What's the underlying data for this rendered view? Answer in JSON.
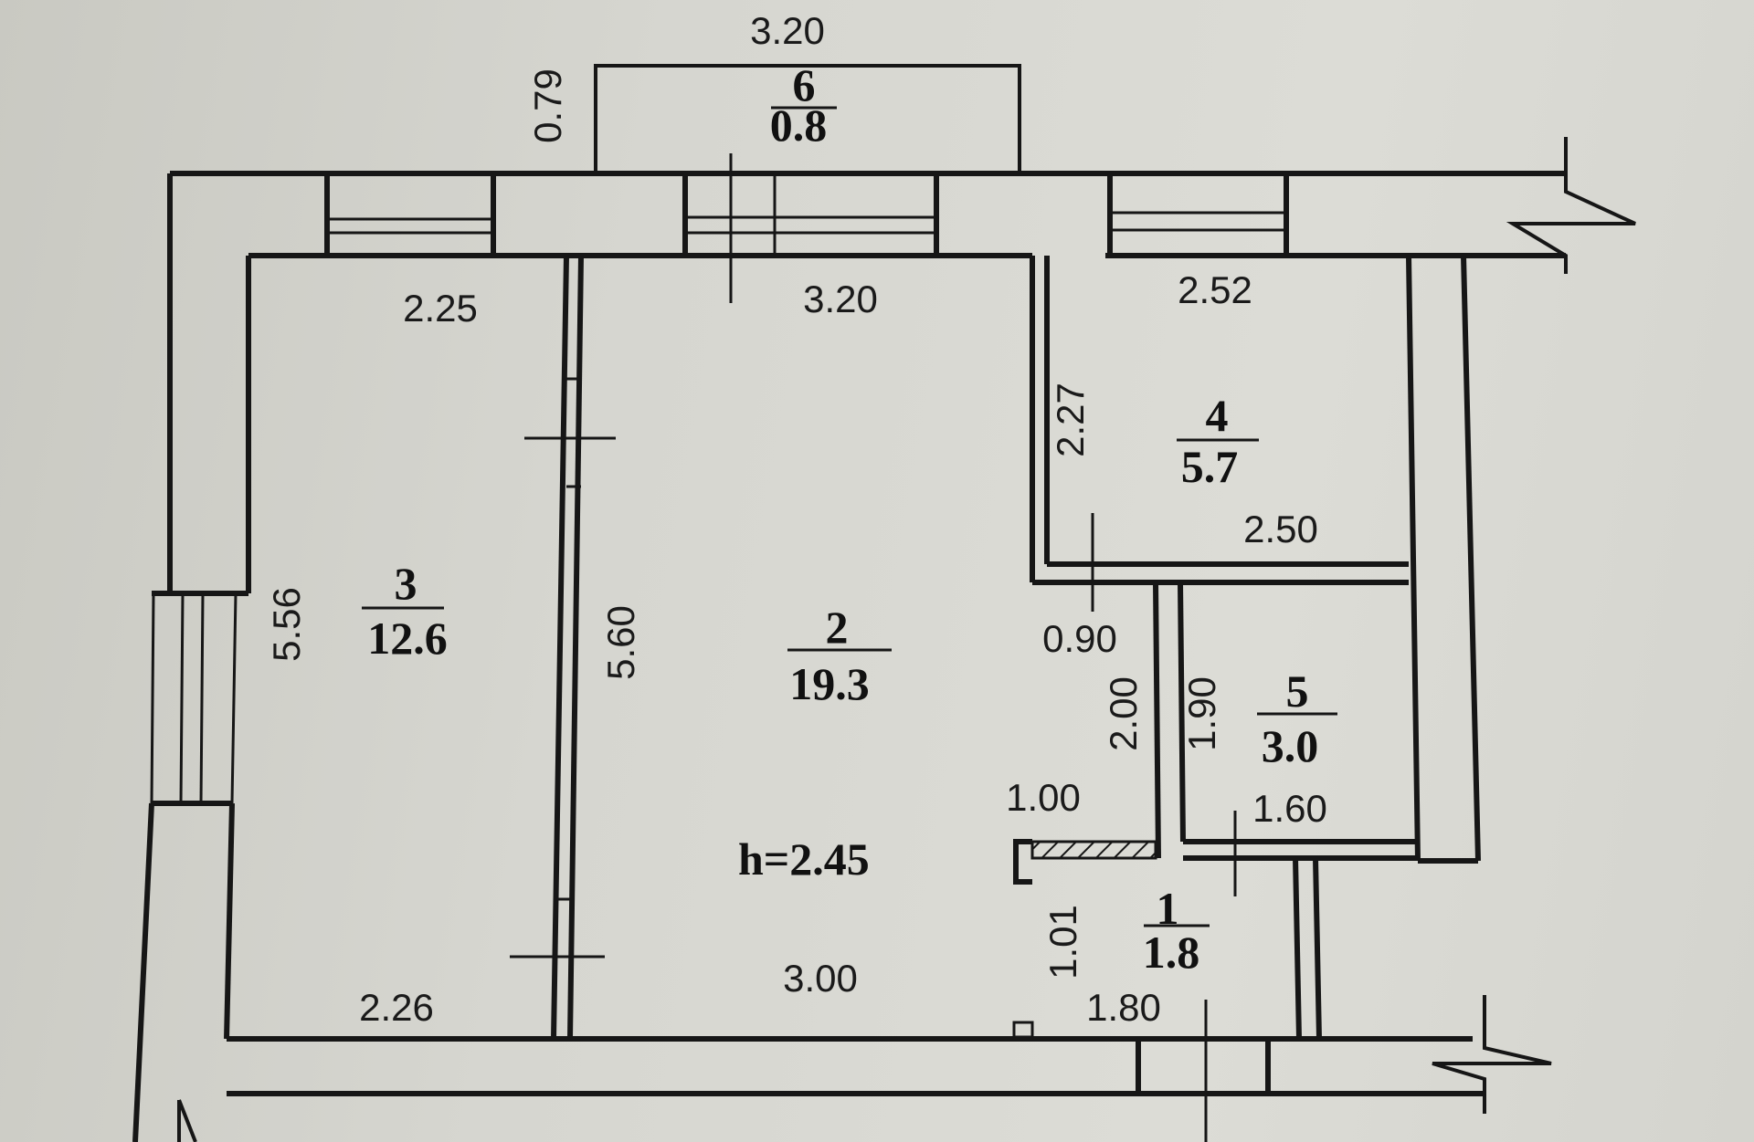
{
  "rooms": [
    {
      "id": "room-1",
      "number": "1",
      "area": "1.8"
    },
    {
      "id": "room-2",
      "number": "2",
      "area": "19.3"
    },
    {
      "id": "room-3",
      "number": "3",
      "area": "12.6"
    },
    {
      "id": "room-4",
      "number": "4",
      "area": "5.7"
    },
    {
      "id": "room-5",
      "number": "5",
      "area": "3.0"
    },
    {
      "id": "room-6",
      "number": "6",
      "area": "0.8"
    }
  ],
  "ceiling_height": "h=2.45",
  "dimensions": {
    "balcony_width_top": "3.20",
    "balcony_depth": "0.79",
    "room3_top": "2.25",
    "room2_top": "3.20",
    "room4_top": "2.52",
    "room4_side": "2.27",
    "room4_bottom": "2.50",
    "room3_side": "5.56",
    "room2_side": "5.60",
    "corridor_gap": "0.90",
    "room5_side_outer": "2.00",
    "room5_side_inner": "1.90",
    "room5_bottom": "1.60",
    "corridor_opening": "1.00",
    "room1_side": "1.01",
    "room3_bottom": "2.26",
    "room2_bottom": "3.00",
    "room1_bottom": "1.80"
  }
}
